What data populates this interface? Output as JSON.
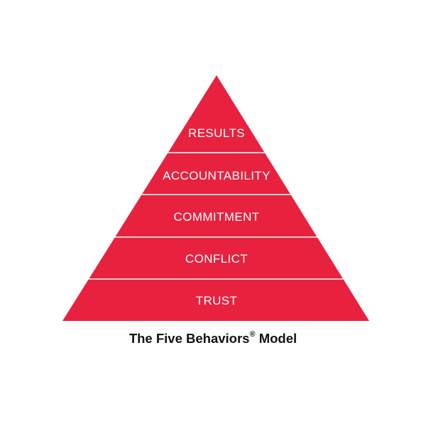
{
  "diagram": {
    "type": "pyramid",
    "tiers": [
      {
        "label": "RESULTS"
      },
      {
        "label": "ACCOUNTABILITY"
      },
      {
        "label": "COMMITMENT"
      },
      {
        "label": "CONFLICT"
      },
      {
        "label": "TRUST"
      }
    ],
    "fill_color": "#e8213f",
    "divider_color": "#ffffff",
    "label_color": "#ffffff"
  },
  "caption": {
    "text": "The Five Behaviors",
    "mark": "®",
    "suffix": " Model"
  }
}
